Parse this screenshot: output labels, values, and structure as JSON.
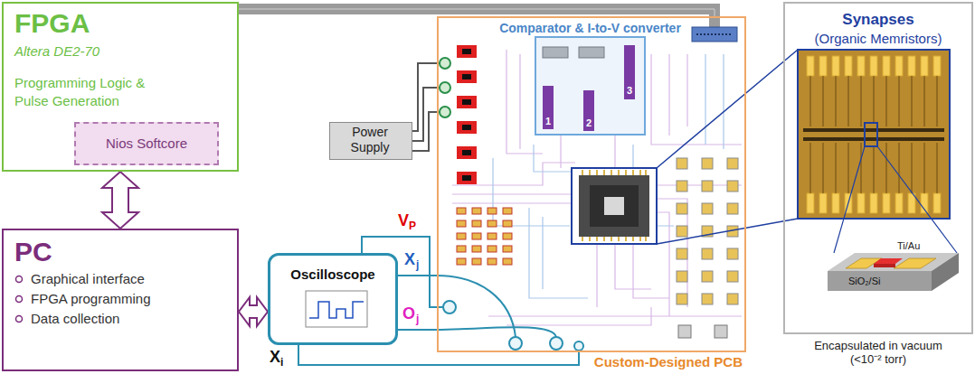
{
  "diagram": {
    "nodes": [
      {
        "text": [
          "FPGA",
          "Altera DE2-70",
          "Programming Logic & Pulse Generation"
        ]
      },
      {
        "text": [
          "Nios Softcore"
        ],
        "in": 0
      },
      {
        "text": [
          "PC",
          "Graphical interface",
          "FPGA programming",
          "Data collection"
        ]
      },
      {
        "text": [
          "Power Supply"
        ]
      },
      {
        "text": [
          "Oscilloscope"
        ]
      },
      {
        "text": [
          "Custom-Designed PCB"
        ]
      },
      {
        "text": [
          "Comparator & I-to-V converter"
        ],
        "in": 5
      },
      {
        "text": [
          "Synapses",
          "(Organic Memristors)"
        ]
      }
    ],
    "edges": [
      {
        "from": 0,
        "to": 2,
        "arrow": "both"
      },
      {
        "from": 2,
        "to": 4,
        "arrow": "both"
      },
      {
        "from": 0,
        "to": 5,
        "arrow": "none"
      },
      {
        "from": 3,
        "to": 5,
        "arrow": "none"
      },
      {
        "from": 3,
        "to": 5,
        "arrow": "none"
      },
      {
        "from": 3,
        "to": 5,
        "arrow": "none"
      },
      {
        "from": 4,
        "to": 5,
        "arrow": "none"
      },
      {
        "from": 4,
        "to": 5,
        "arrow": "none"
      },
      {
        "from": 4,
        "to": 5,
        "arrow": "none"
      },
      {
        "from": 4,
        "to": 5,
        "arrow": "none"
      }
    ],
    "labels": [
      "1",
      "2",
      "3",
      "V",
      "P",
      "X",
      "j",
      "O",
      "j",
      "X",
      "i",
      "Ti/Au",
      "SiO₂/Si",
      "Encapsulated in vacuum (<10⁻² torr)"
    ]
  }
}
